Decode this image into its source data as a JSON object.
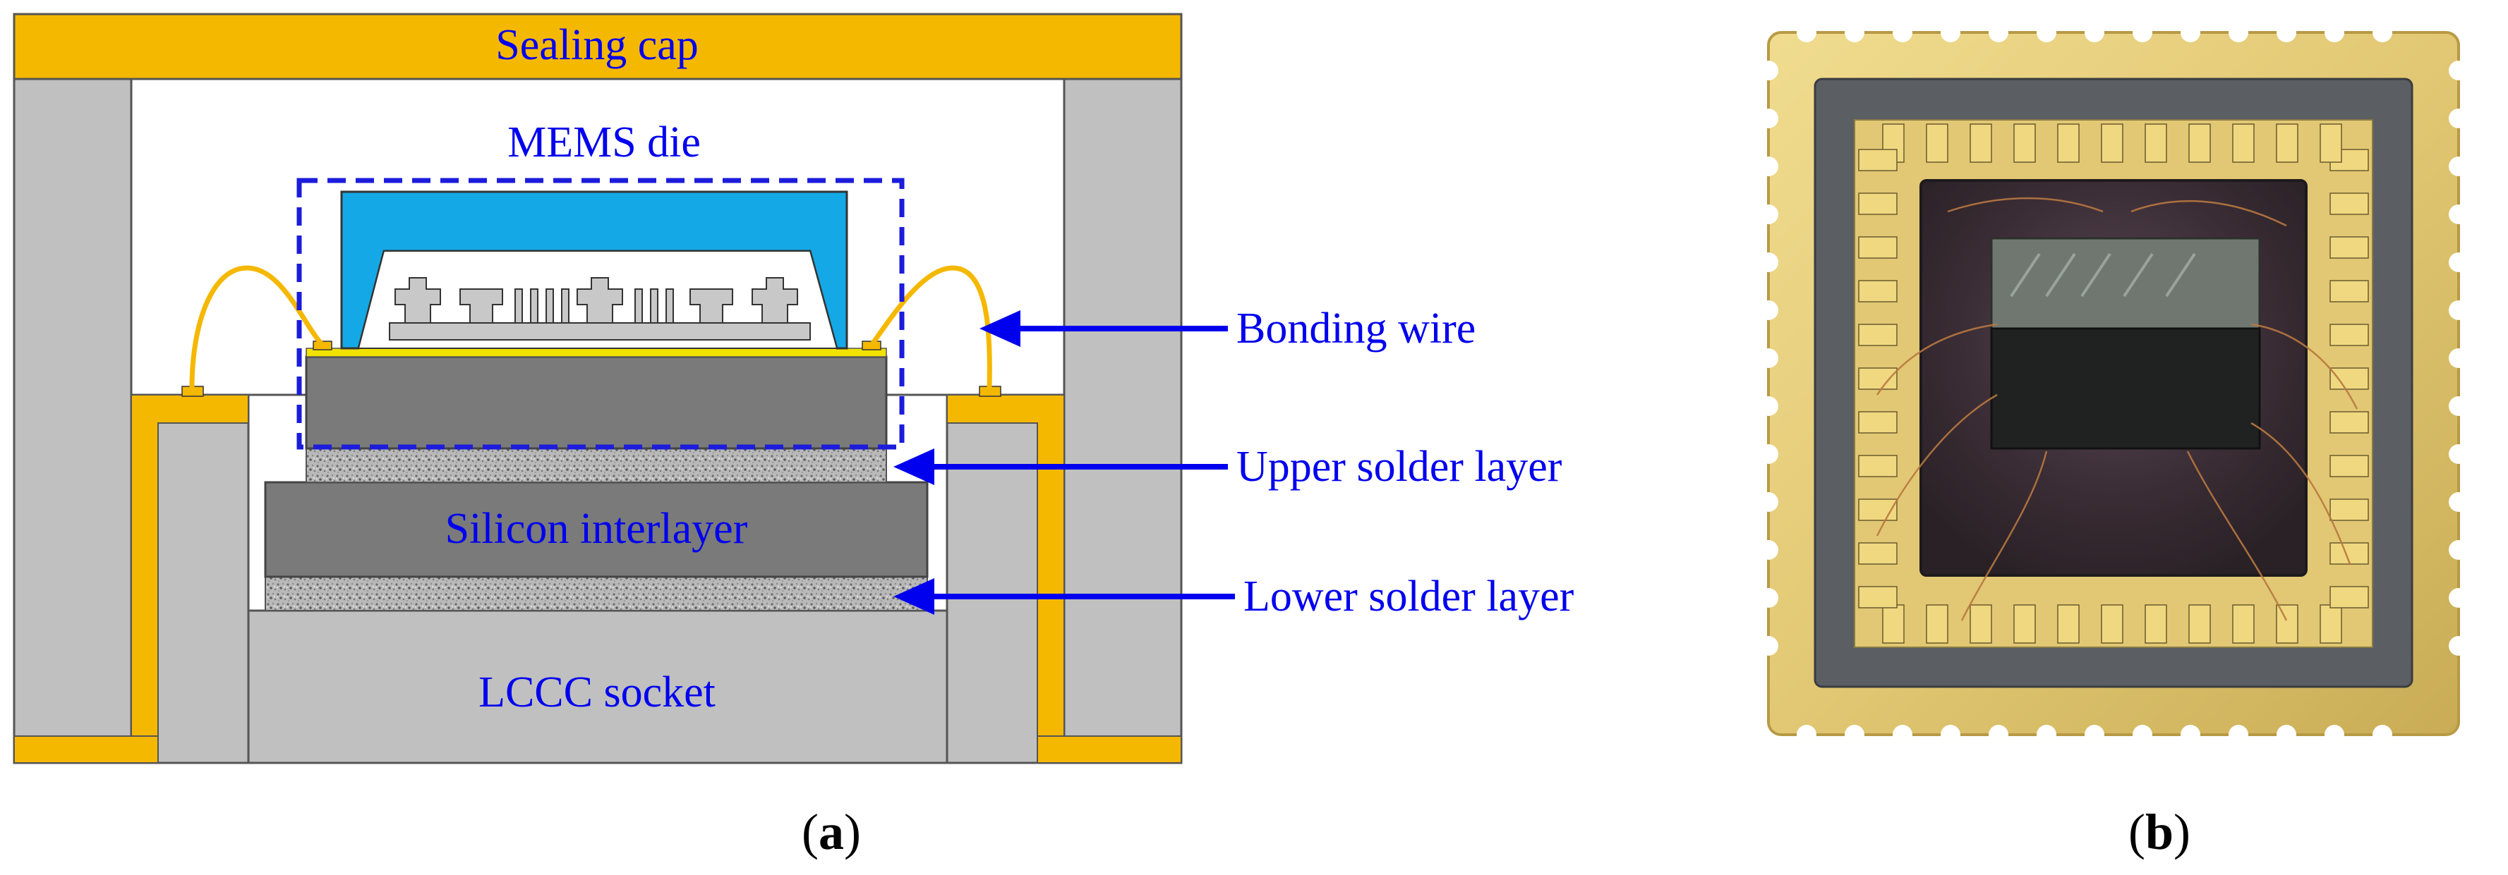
{
  "labels": {
    "sealing_cap": "Sealing cap",
    "mems_die": "MEMS die",
    "silicon_interlayer": "Silicon interlayer",
    "lccc_socket": "LCCC socket"
  },
  "annotations": {
    "bonding_wire": "Bonding wire",
    "upper_solder": "Upper solder layer",
    "lower_solder": "Lower solder layer"
  },
  "panels": {
    "a": {
      "open": "(",
      "letter": "a",
      "close": ")"
    },
    "b": {
      "open": "(",
      "letter": "b",
      "close": ")"
    }
  },
  "colors": {
    "gold": "#f5b800",
    "socket_gray": "#c0c0c0",
    "die_gray": "#7a7a7a",
    "mems_blue": "#14a9e6",
    "label_blue": "#0000ee",
    "arrow_blue": "#0000ee"
  }
}
